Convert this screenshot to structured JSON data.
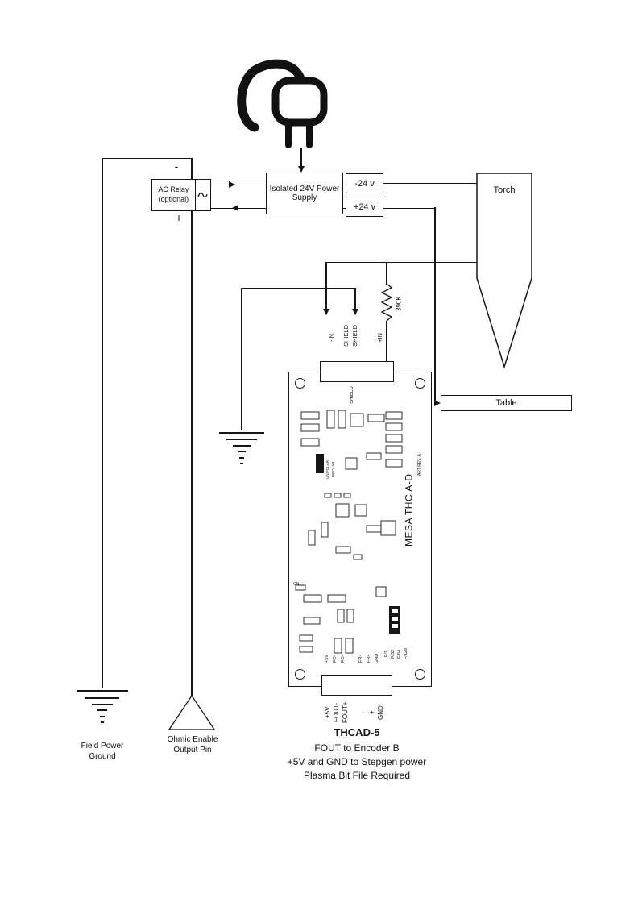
{
  "psu": {
    "label": "Isolated 24V Power Supply"
  },
  "relay": {
    "line1": "AC Relay",
    "line2": "(optional)",
    "minus": "-",
    "plus": "+"
  },
  "rails": {
    "neg": "-24 v",
    "pos": "+24 v"
  },
  "torch": {
    "label": "Torch"
  },
  "table": {
    "label": "Table"
  },
  "resistor": {
    "label": "390K"
  },
  "inputs": {
    "pins": [
      "-IN",
      "SHIELD",
      "SHIELD",
      "+IN"
    ]
  },
  "board": {
    "shield": "SHIELD",
    "brand": "MESA THC A-D",
    "rev": "ART REV. A",
    "jumper": {
      "unipolar": "UNIPOLAR",
      "bipolar": "BIPOLAR"
    },
    "on_label": "ON",
    "inner_pins": [
      "+5V",
      "FO-",
      "FO+",
      "FR-",
      "FR+",
      "GND"
    ],
    "freq_pins": [
      "F/1",
      "F/32",
      "F/64",
      "F/128"
    ]
  },
  "bottom_pins": [
    "+5V",
    "FOUT-",
    "FOUT+",
    "-",
    "+",
    "GND"
  ],
  "field_ground": {
    "line1": "Field Power",
    "line2": "Ground"
  },
  "ohmic": {
    "line1": "Ohmic Enable",
    "line2": "Output Pin"
  },
  "caption": {
    "title": "THCAD-5",
    "line1": "FOUT to  Encoder B",
    "line2": "+5V and GND to Stepgen power",
    "line3": "Plasma Bit File Required"
  }
}
